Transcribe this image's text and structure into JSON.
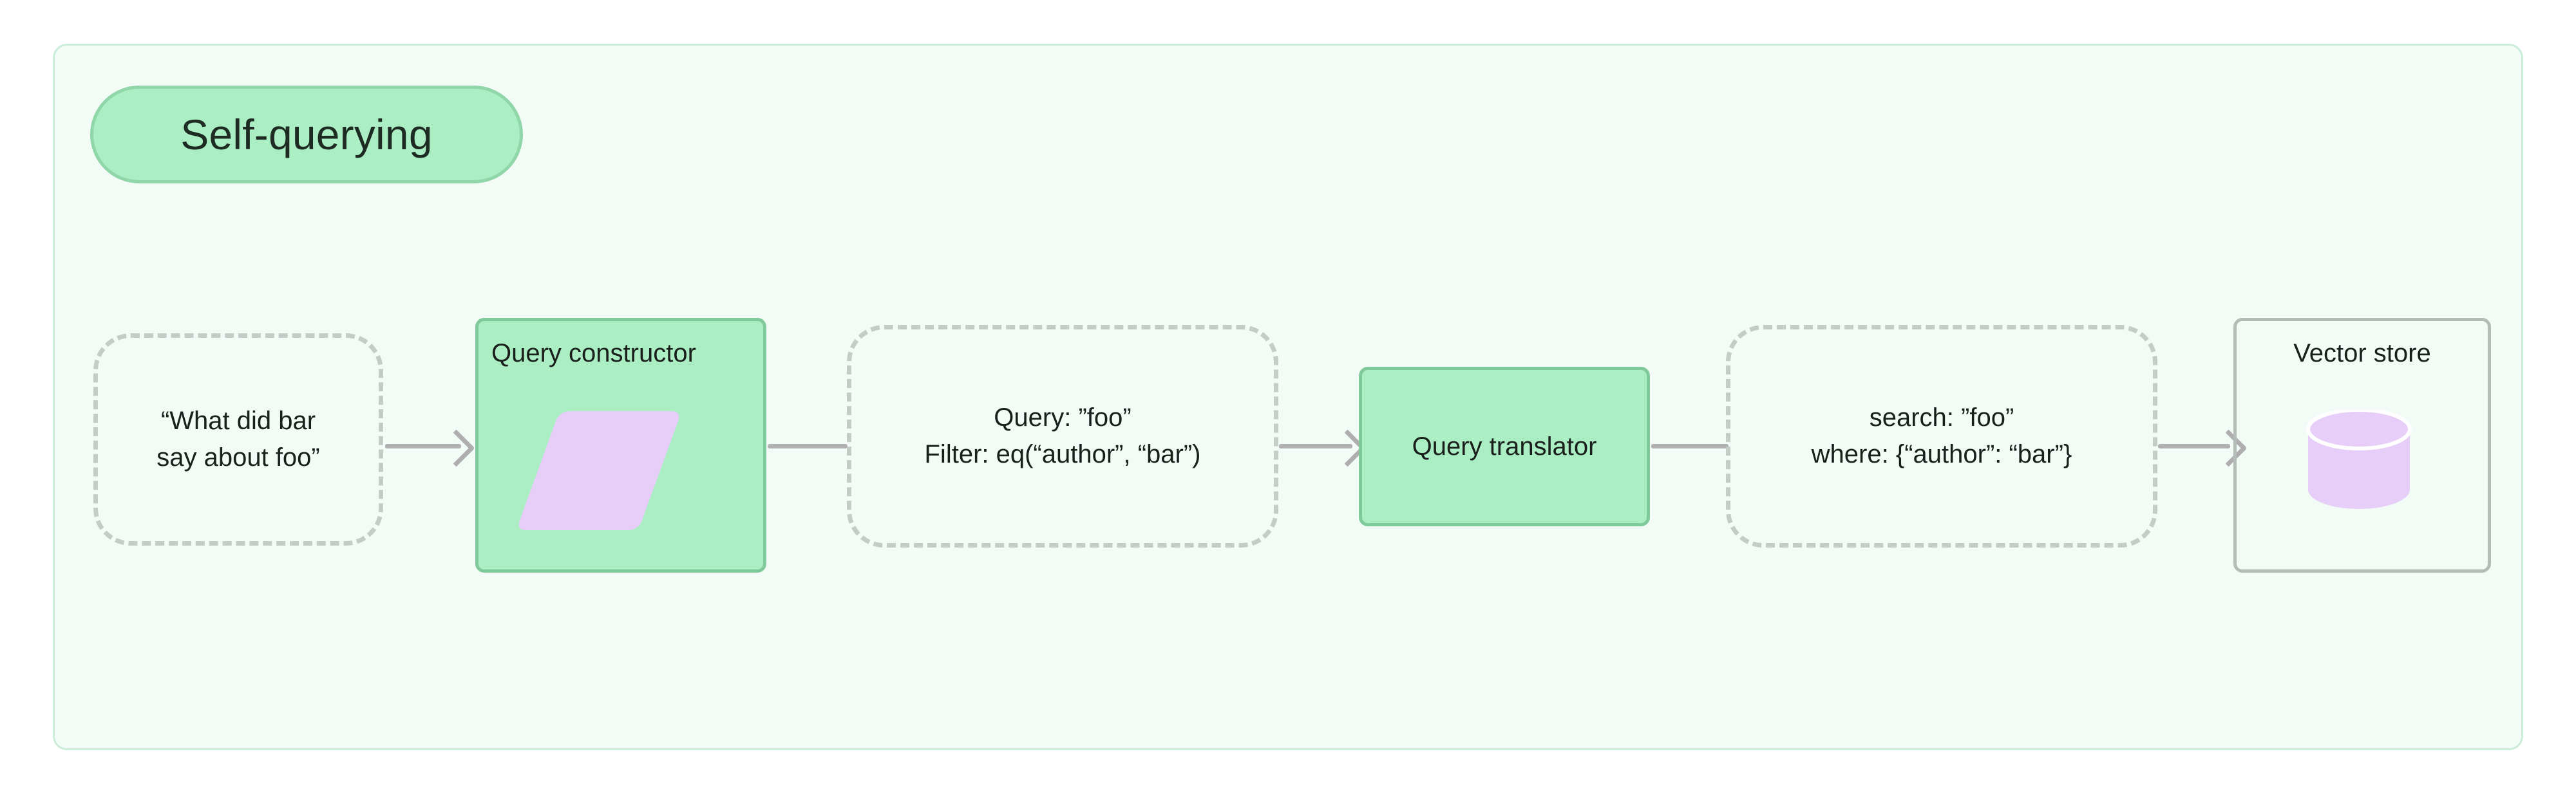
{
  "diagram": {
    "title": "Self-querying",
    "background_color": "#ffffff",
    "group": {
      "label": "Self-querying",
      "fill": "#f2fbf6",
      "border_color": "#c9edd7",
      "pill_fill": "#abeec4",
      "pill_border": "#8fd6a9"
    },
    "palette": {
      "green_fill": "#abeec4",
      "green_border": "#7fc99a",
      "purple_shape": "#e6cef8",
      "dashed_border": "#c4ccc8",
      "plain_border": "#b4bcb8",
      "edge_color": "#b0b0b0",
      "text_color": "#1a1f1c"
    },
    "nodes": [
      {
        "id": "user-question",
        "kind": "dashed-data",
        "lines": [
          "“What did bar",
          "say about foo”"
        ],
        "icon": null
      },
      {
        "id": "query-constructor",
        "kind": "green-process",
        "title": "Query constructor",
        "icon": "parallelogram-icon"
      },
      {
        "id": "structured-query",
        "kind": "dashed-data",
        "lines": [
          "Query: ”foo”",
          "Filter: eq(“author”, “bar”)"
        ],
        "icon": null
      },
      {
        "id": "query-translator",
        "kind": "green-process",
        "title": "Query translator",
        "icon": null
      },
      {
        "id": "native-query",
        "kind": "dashed-data",
        "lines": [
          "search: ”foo”",
          "where: {“author”: “bar”}"
        ],
        "icon": null
      },
      {
        "id": "vector-store",
        "kind": "plain-store",
        "title": "Vector store",
        "icon": "database-cylinder-icon"
      }
    ],
    "edges": [
      {
        "from": "user-question",
        "to": "query-constructor",
        "arrow": true
      },
      {
        "from": "query-constructor",
        "to": "structured-query",
        "arrow": false
      },
      {
        "from": "structured-query",
        "to": "query-translator",
        "arrow": true
      },
      {
        "from": "query-translator",
        "to": "native-query",
        "arrow": false
      },
      {
        "from": "native-query",
        "to": "vector-store",
        "arrow": true
      }
    ]
  }
}
